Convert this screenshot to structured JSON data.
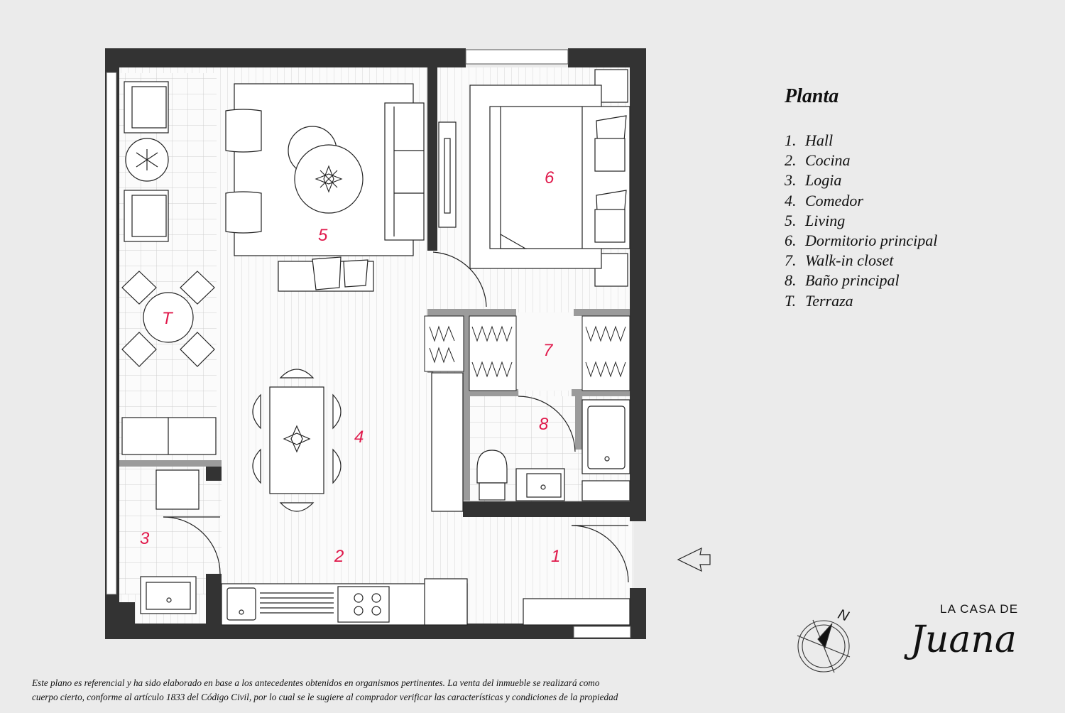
{
  "legend": {
    "title": "Planta",
    "items": [
      {
        "key": "1.",
        "label": "Hall"
      },
      {
        "key": "2.",
        "label": "Cocina"
      },
      {
        "key": "3.",
        "label": "Logia"
      },
      {
        "key": "4.",
        "label": "Comedor"
      },
      {
        "key": "5.",
        "label": "Living"
      },
      {
        "key": "6.",
        "label": "Dormitorio principal"
      },
      {
        "key": "7.",
        "label": "Walk-in closet"
      },
      {
        "key": "8.",
        "label": "Baño principal"
      },
      {
        "key": "T.",
        "label": "Terraza"
      }
    ]
  },
  "plan_labels": {
    "hall": "1",
    "cocina": "2",
    "logia": "3",
    "comedor": "4",
    "living": "5",
    "dormitorio": "6",
    "closet": "7",
    "bano": "8",
    "terraza": "T"
  },
  "compass": {
    "north_label": "N"
  },
  "brand": {
    "top": "LA CASA DE",
    "script": "Juana"
  },
  "disclaimer": {
    "line1": "Este plano es referencial y ha sido elaborado en base a los antecedentes obtenidos en organismos pertinentes.  La venta del inmueble se realizará como",
    "line2": "cuerpo cierto, conforme al artículo 1833 del Código Civil, por lo cual se le sugiere al comprador verificar las características y condiciones de la propiedad"
  },
  "colors": {
    "label": "#e0194b",
    "wall": "#333333",
    "background": "#ebebeb"
  }
}
